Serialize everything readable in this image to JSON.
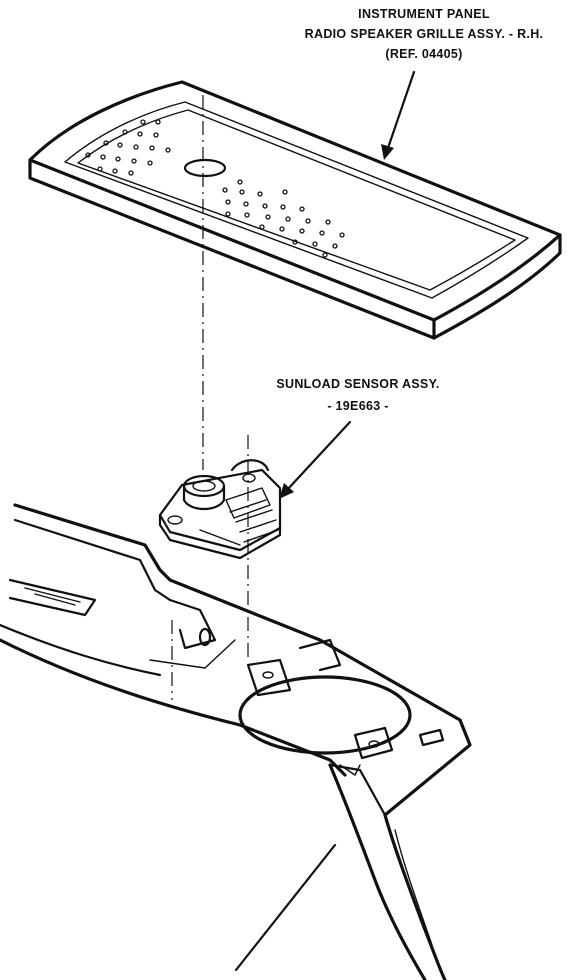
{
  "diagram": {
    "callouts": [
      {
        "id": "grille",
        "lines": [
          "INSTRUMENT PANEL",
          "RADIO SPEAKER GRILLE ASSY. - R.H.",
          "(REF. 04405)"
        ]
      },
      {
        "id": "sensor",
        "lines": [
          "SUNLOAD SENSOR ASSY.",
          "- 19E663 -"
        ]
      }
    ]
  }
}
